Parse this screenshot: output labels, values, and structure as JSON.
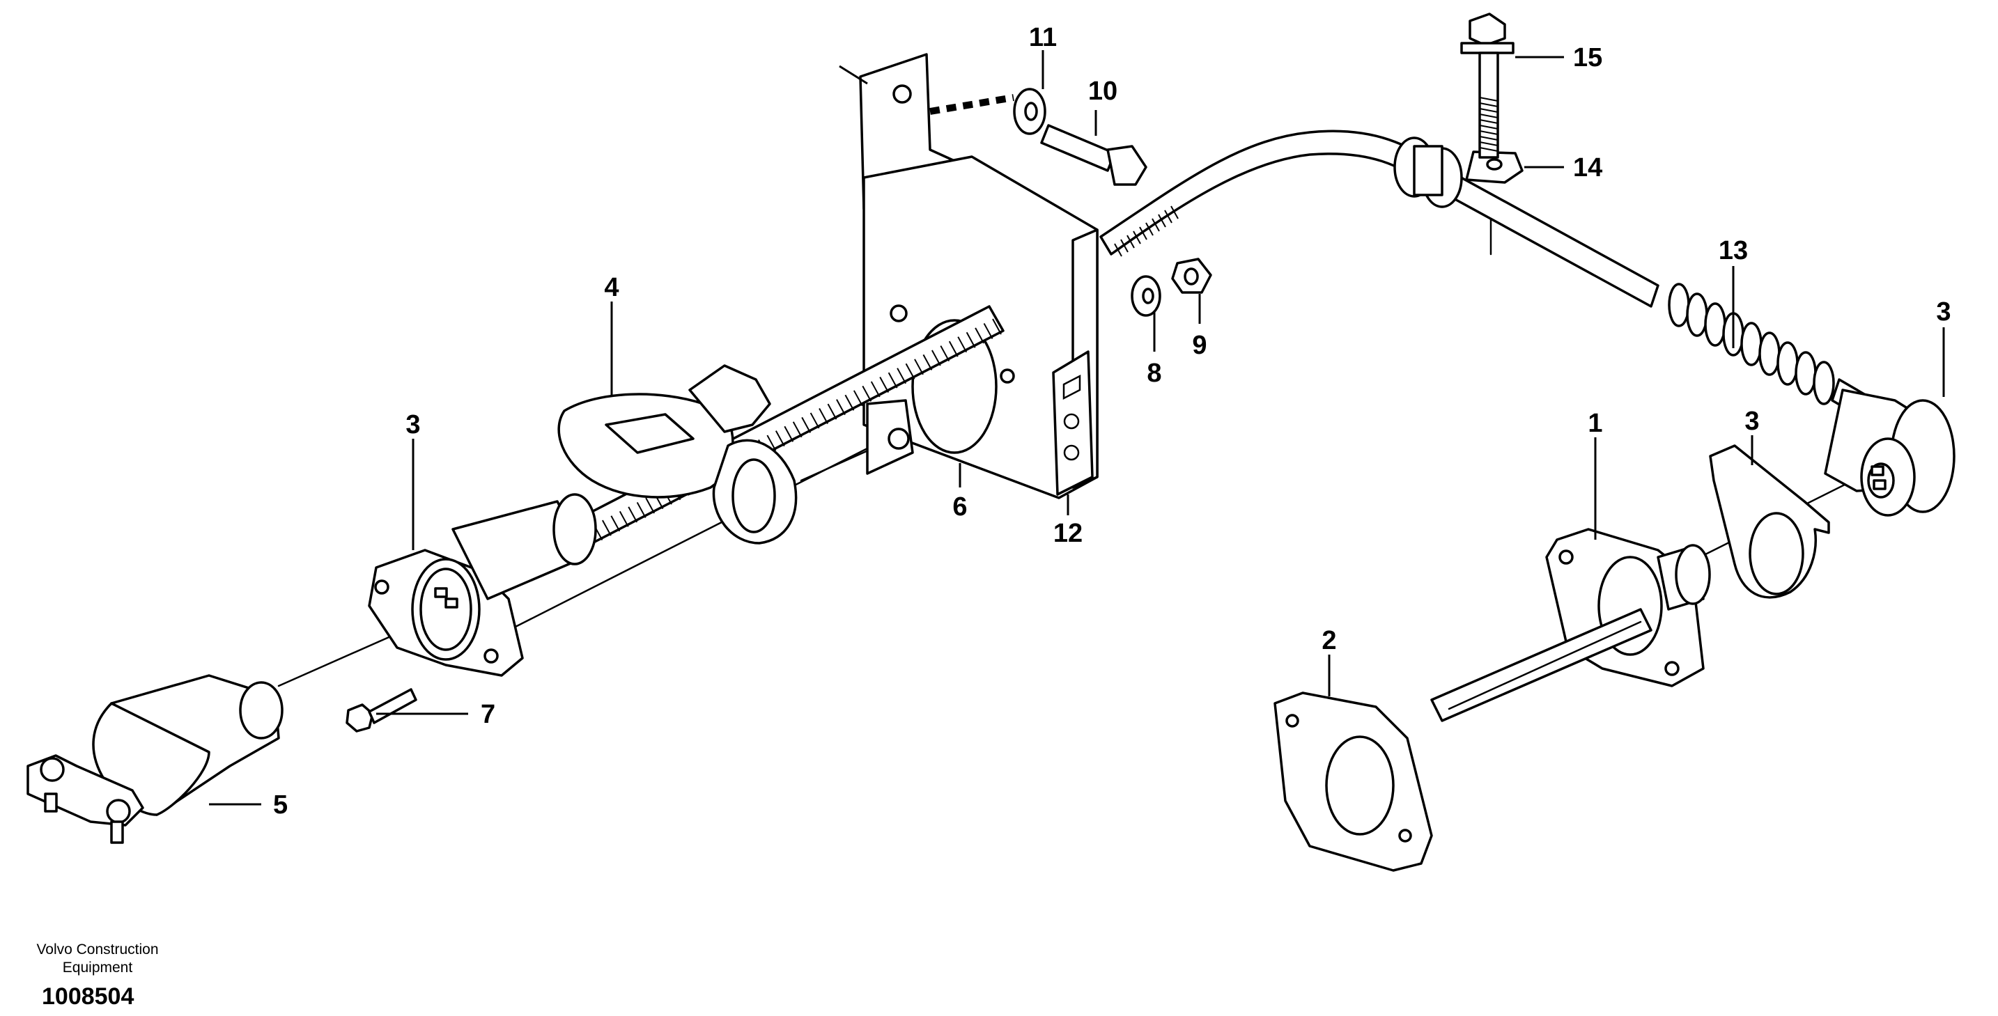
{
  "diagram": {
    "callouts": [
      {
        "id": "callout-1",
        "label": "1"
      },
      {
        "id": "callout-2",
        "label": "2"
      },
      {
        "id": "callout-3a",
        "label": "3"
      },
      {
        "id": "callout-3b",
        "label": "3"
      },
      {
        "id": "callout-3c",
        "label": "3"
      },
      {
        "id": "callout-4",
        "label": "4"
      },
      {
        "id": "callout-5",
        "label": "5"
      },
      {
        "id": "callout-6",
        "label": "6"
      },
      {
        "id": "callout-7",
        "label": "7"
      },
      {
        "id": "callout-8",
        "label": "8"
      },
      {
        "id": "callout-9",
        "label": "9"
      },
      {
        "id": "callout-10",
        "label": "10"
      },
      {
        "id": "callout-11",
        "label": "11"
      },
      {
        "id": "callout-12",
        "label": "12"
      },
      {
        "id": "callout-13",
        "label": "13"
      },
      {
        "id": "callout-14",
        "label": "14"
      },
      {
        "id": "callout-15",
        "label": "15"
      }
    ]
  },
  "footer": {
    "company_line1": "Volvo Construction",
    "company_line2": "Equipment",
    "drawing_number": "1008504"
  },
  "colors": {
    "line": "#000000",
    "background": "#ffffff"
  }
}
